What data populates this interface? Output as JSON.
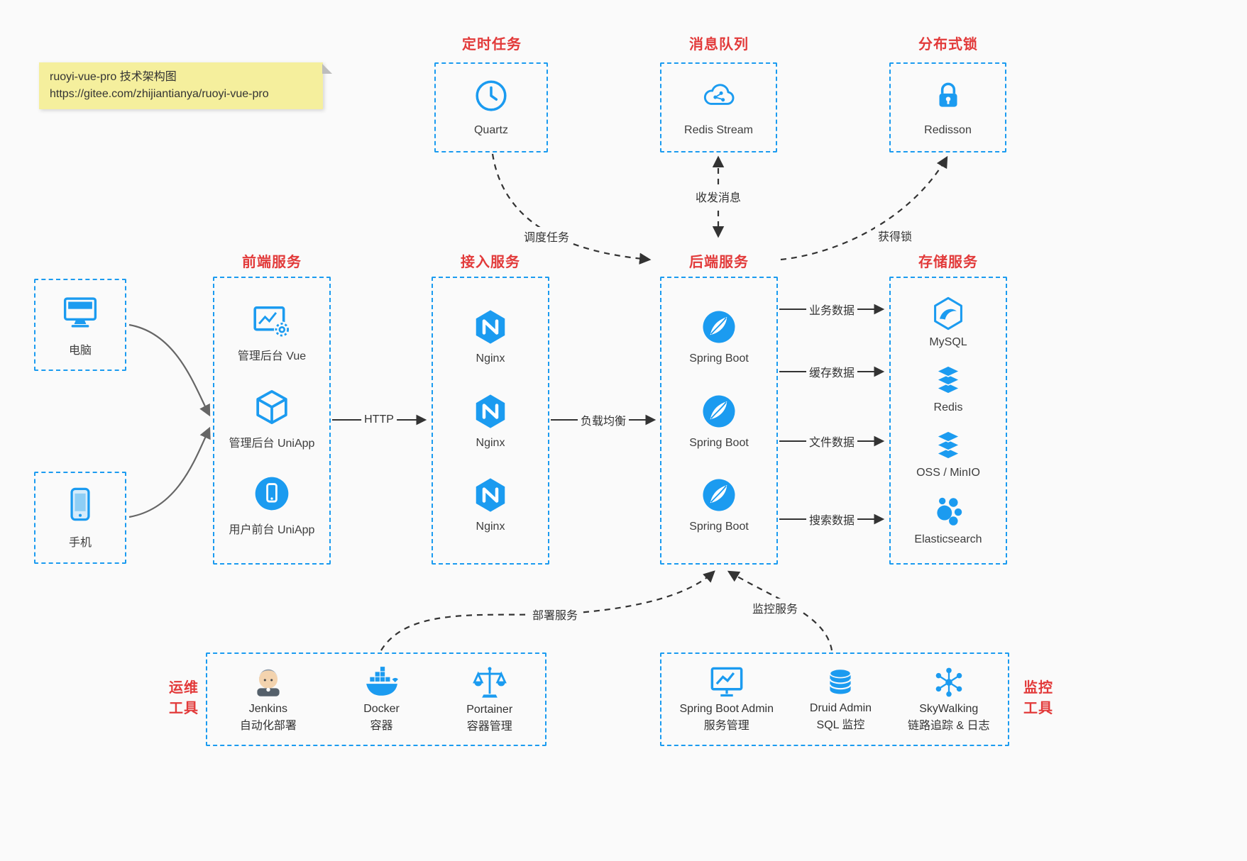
{
  "colors": {
    "accent": "#1b9bf0",
    "title_red": "#e23a3a",
    "note_bg": "#f5ef9d"
  },
  "note": {
    "line1": "ruoyi-vue-pro 技术架构图",
    "line2": "https://gitee.com/zhijiantianya/ruoyi-vue-pro"
  },
  "scheduler": {
    "title": "定时任务",
    "label": "Quartz"
  },
  "mq": {
    "title": "消息队列",
    "label": "Redis Stream"
  },
  "lock": {
    "title": "分布式锁",
    "label": "Redisson"
  },
  "clients": {
    "pc": "电脑",
    "phone": "手机"
  },
  "frontend": {
    "title": "前端服务",
    "items": [
      {
        "label": "管理后台 Vue"
      },
      {
        "label": "管理后台 UniApp"
      },
      {
        "label": "用户前台 UniApp"
      }
    ]
  },
  "gateway": {
    "title": "接入服务",
    "items": [
      {
        "label": "Nginx"
      },
      {
        "label": "Nginx"
      },
      {
        "label": "Nginx"
      }
    ]
  },
  "backend": {
    "title": "后端服务",
    "items": [
      {
        "label": "Spring Boot"
      },
      {
        "label": "Spring Boot"
      },
      {
        "label": "Spring Boot"
      }
    ]
  },
  "storage": {
    "title": "存储服务",
    "items": [
      {
        "label": "MySQL"
      },
      {
        "label": "Redis"
      },
      {
        "label": "OSS / MinIO"
      },
      {
        "label": "Elasticsearch"
      }
    ]
  },
  "ops": {
    "title_line1": "运维",
    "title_line2": "工具",
    "items": [
      {
        "name": "Jenkins",
        "desc": "自动化部署"
      },
      {
        "name": "Docker",
        "desc": "容器"
      },
      {
        "name": "Portainer",
        "desc": "容器管理"
      }
    ]
  },
  "monitoring": {
    "title_line1": "监控",
    "title_line2": "工具",
    "items": [
      {
        "name": "Spring Boot Admin",
        "desc": "服务管理"
      },
      {
        "name": "Druid Admin",
        "desc": "SQL 监控"
      },
      {
        "name": "SkyWalking",
        "desc": "链路追踪 & 日志"
      }
    ]
  },
  "edges": {
    "http": "HTTP",
    "load_balance": "负载均衡",
    "dispatch": "调度任务",
    "message": "收发消息",
    "acquire_lock": "获得锁",
    "business": "业务数据",
    "cache": "缓存数据",
    "file": "文件数据",
    "search": "搜索数据",
    "deploy": "部署服务",
    "monitor": "监控服务"
  }
}
